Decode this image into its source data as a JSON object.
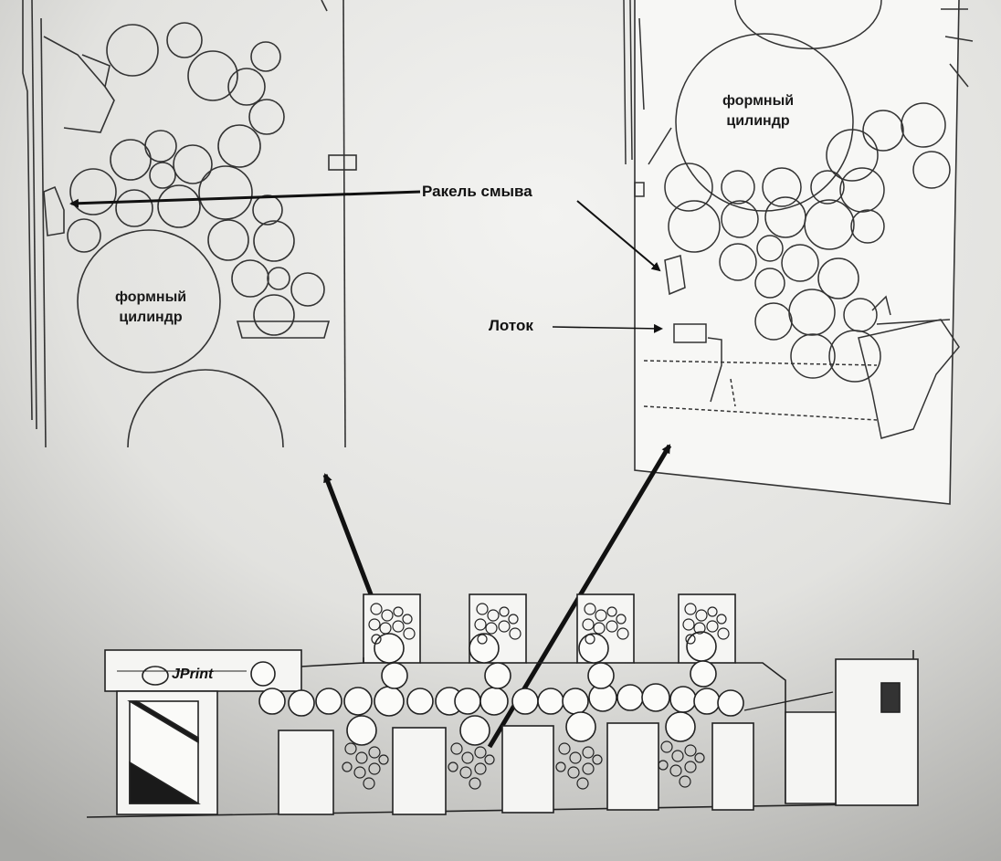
{
  "labels": {
    "rakel": "Ракель смыва",
    "lotok": "Лоток",
    "cylinder_left_line1": "формный",
    "cylinder_left_line2": "цилиндр",
    "cylinder_right_line1": "формный",
    "cylinder_right_line2": "цилиндр",
    "brand": "JPrint"
  }
}
